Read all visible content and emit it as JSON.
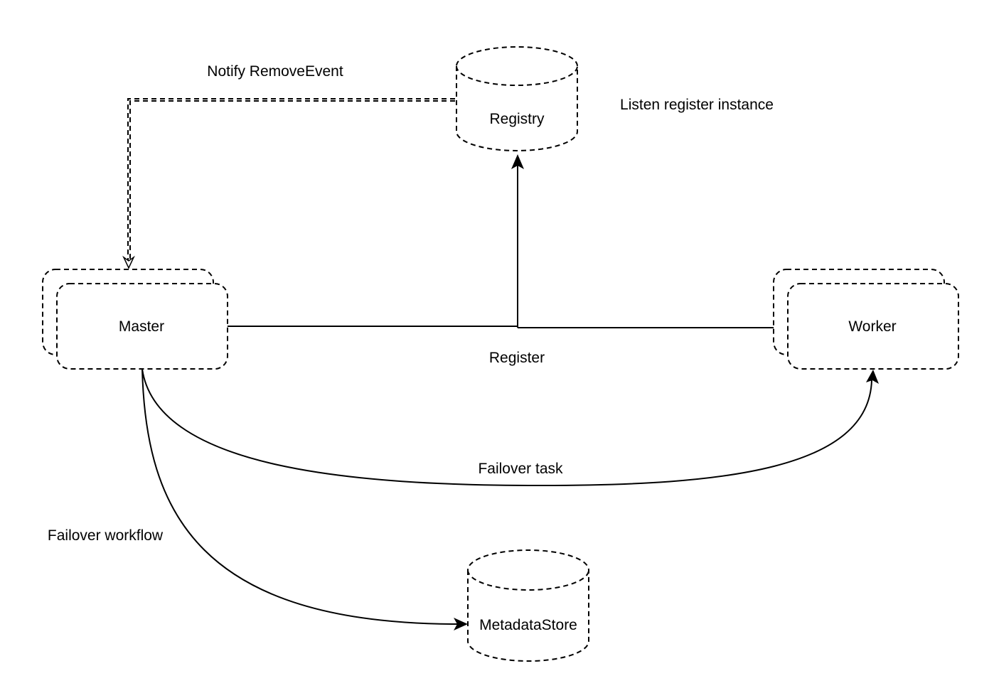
{
  "diagram": {
    "nodes": {
      "registry": {
        "label": "Registry",
        "shape": "cylinder",
        "border": "dashed"
      },
      "master": {
        "label": "Master",
        "shape": "stacked-rounded-rect",
        "border": "dashed"
      },
      "worker": {
        "label": "Worker",
        "shape": "stacked-rounded-rect",
        "border": "dashed"
      },
      "metadata_store": {
        "label": "MetadataStore",
        "shape": "cylinder",
        "border": "dashed"
      }
    },
    "edges": [
      {
        "id": "notify",
        "from": "Registry",
        "to": "Master",
        "label": "Notify RemoveEvent",
        "style": "dashed",
        "arrow": "open"
      },
      {
        "id": "register",
        "from": "Master, Worker",
        "to": "Registry",
        "label": "Register",
        "style": "solid",
        "arrow": "filled"
      },
      {
        "id": "failover-task",
        "from": "Master",
        "to": "Worker",
        "label": "Failover task",
        "style": "solid",
        "arrow": "filled"
      },
      {
        "id": "failover-workflow",
        "from": "Master",
        "to": "MetadataStore",
        "label": "Failover workflow",
        "style": "solid",
        "arrow": "filled"
      }
    ],
    "annotations": {
      "listen": "Listen register instance"
    },
    "labels": {
      "notify": "Notify RemoveEvent",
      "register": "Register",
      "failover_task": "Failover task",
      "failover_workflow": "Failover workflow"
    }
  }
}
